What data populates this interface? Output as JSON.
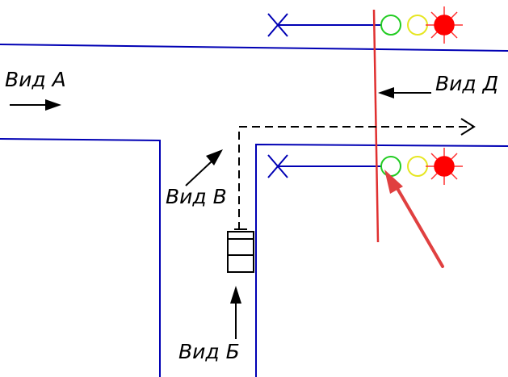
{
  "diagram": {
    "labels": {
      "view_a": "Вид А",
      "view_b": "Вид Б",
      "view_v": "Вид В",
      "view_d": "Вид Д"
    },
    "colors": {
      "road": "#0000b4",
      "stop_line": "#e03030",
      "signal_green": "#22cc22",
      "signal_yellow": "#e6e622",
      "signal_red": "#ff0000",
      "pointer": "#e04040",
      "text": "#000000"
    },
    "icons": {
      "vehicle": "car-icon",
      "cross": "cross-icon",
      "route": "dashed-route-arrow"
    }
  }
}
